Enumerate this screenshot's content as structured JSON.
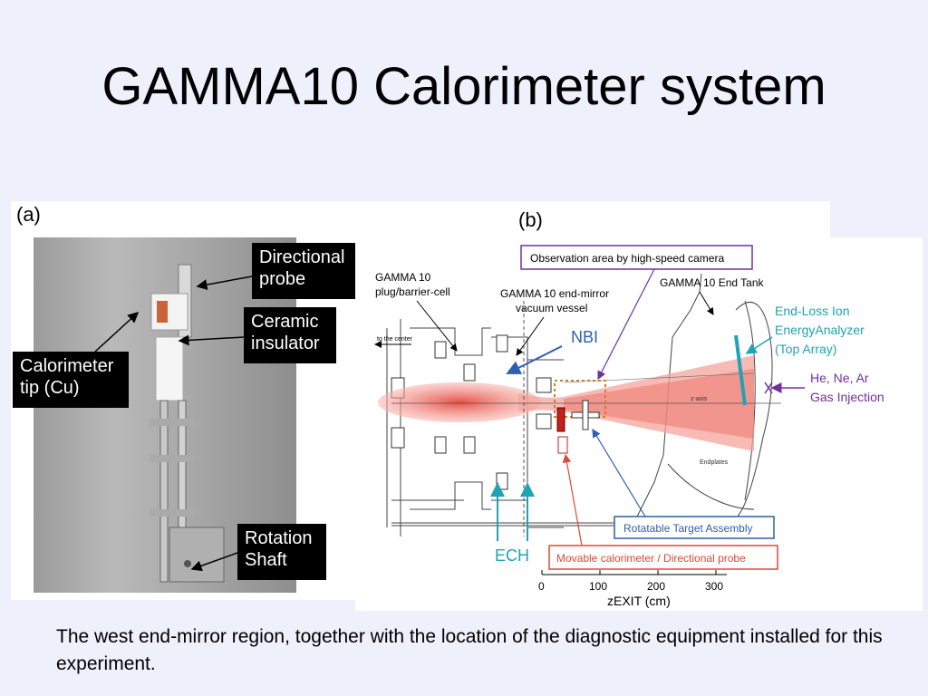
{
  "slide": {
    "title": "GAMMA10 Calorimeter system",
    "caption": "The west end-mirror region, together with the location of the diagnostic equipment installed for this experiment."
  },
  "panel_a": {
    "label": "(a)",
    "callouts": {
      "directional_probe": "Directional probe",
      "ceramic_insulator": "Ceramic insulator",
      "calorimeter_tip": "Calorimeter tip (Cu)",
      "rotation_shaft": "Rotation Shaft"
    }
  },
  "panel_b": {
    "label": "(b)",
    "observation_area": "Observation area by high-speed camera",
    "plug_cell_line1": "GAMMA 10",
    "plug_cell_line2": "plug/barrier-cell",
    "end_mirror_line1": "GAMMA 10 end-mirror",
    "end_mirror_line2": "vacuum vessel",
    "end_tank": "GAMMA 10 End Tank",
    "to_center": "to the center",
    "nbi": "NBI",
    "ech": "ECH",
    "analyzer_line1": "End-Loss Ion",
    "analyzer_line2": "EnergyAnalyzer",
    "analyzer_line3": "(Top Array)",
    "gas_line1": "He, Ne, Ar",
    "gas_line2": "Gas Injection",
    "rotatable_target": "Rotatable Target Assembly",
    "movable_calorimeter": "Movable calorimeter / Directional probe",
    "z_axis_label": "z-axis",
    "endplates_label": "Endplates",
    "axis_title": "zEXIT (cm)",
    "axis_ticks": [
      "0",
      "100",
      "200",
      "300"
    ]
  },
  "colors": {
    "plasma": "#e8453c",
    "purple": "#7030a0",
    "blue": "#2e5fb0",
    "cyan": "#1fa3b5",
    "red_frame": "#e2463a"
  }
}
